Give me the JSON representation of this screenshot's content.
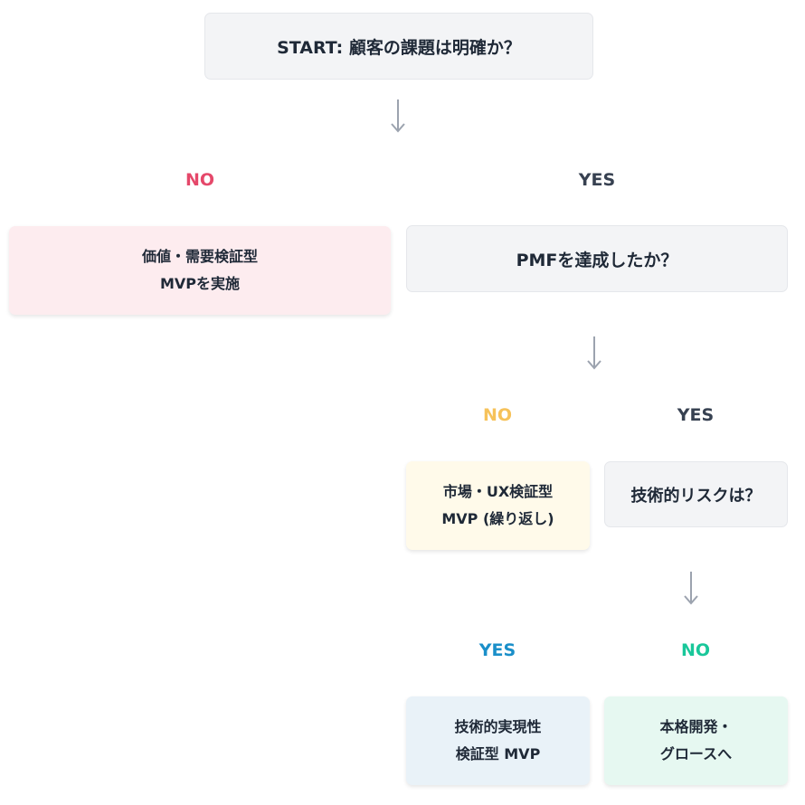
{
  "nodes": {
    "start": "START: 顧客の課題は明確か？",
    "pmf": "PMFを達成したか？",
    "tech_risk": "技術的リスクは？",
    "value_mvp": [
      "価値・需要検証型",
      "MVPを実施"
    ],
    "market_ux_mvp": [
      "市場・UX検証型",
      "MVP (繰り返し)"
    ],
    "tech_feasibility_mvp": [
      "技術的実現性",
      "検証型 MVP"
    ],
    "full_dev": [
      "本格開発・",
      "グロースへ"
    ]
  },
  "branch_labels": {
    "start_no": "NO",
    "start_yes": "YES",
    "pmf_no": "NO",
    "pmf_yes": "YES",
    "risk_yes": "YES",
    "risk_no": "NO"
  },
  "colors": {
    "no_red": "#e5486a",
    "yes_dark": "#374151",
    "no_yellow": "#f6c25a",
    "yes_blue": "#1a8fc9",
    "no_green": "#19c79a",
    "arrow": "#9ca3af"
  }
}
